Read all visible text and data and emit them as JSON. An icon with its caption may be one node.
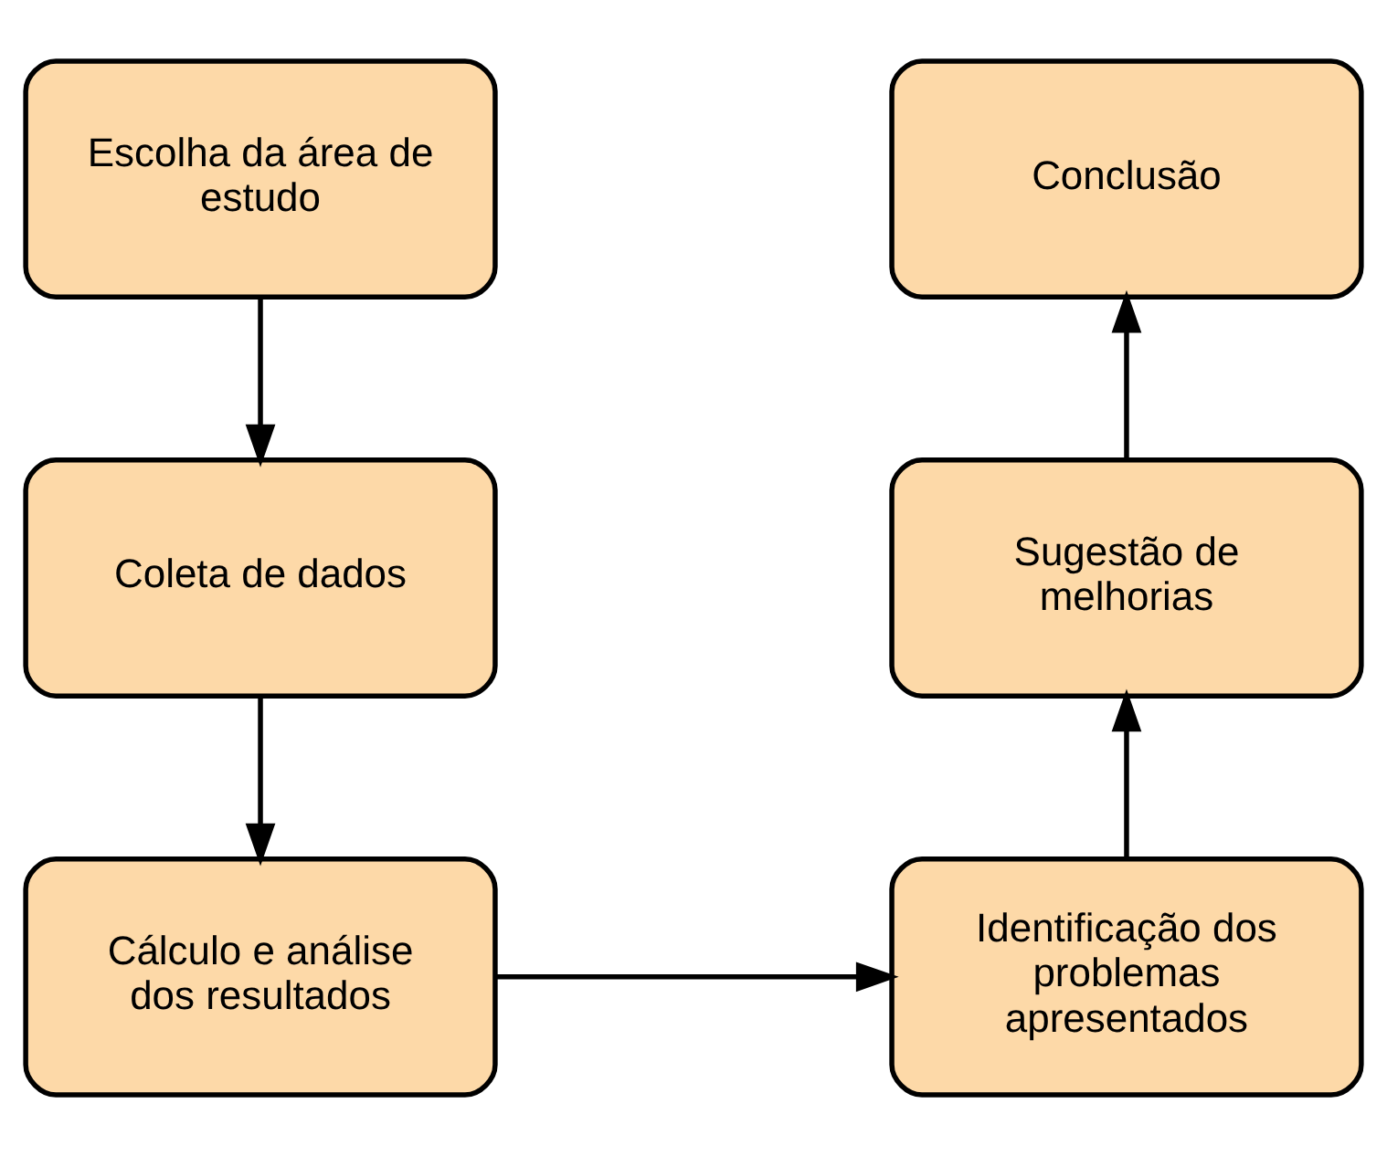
{
  "diagram": {
    "nodes": [
      {
        "text": [
          "Escolha da área de estudo"
        ]
      },
      {
        "text": [
          "Coleta de dados"
        ]
      },
      {
        "text": [
          "Cálculo e análise dos resultados"
        ]
      },
      {
        "text": [
          "Identificação dos problemas apresentados"
        ]
      },
      {
        "text": [
          "Sugestão de melhorias"
        ]
      },
      {
        "text": [
          "Conclusão"
        ]
      }
    ],
    "edges": [
      {
        "from": 0,
        "to": 1,
        "arrow": "to"
      },
      {
        "from": 1,
        "to": 2,
        "arrow": "to"
      },
      {
        "from": 2,
        "to": 3,
        "arrow": "to"
      },
      {
        "from": 3,
        "to": 4,
        "arrow": "to"
      },
      {
        "from": 4,
        "to": 5,
        "arrow": "to"
      }
    ]
  }
}
